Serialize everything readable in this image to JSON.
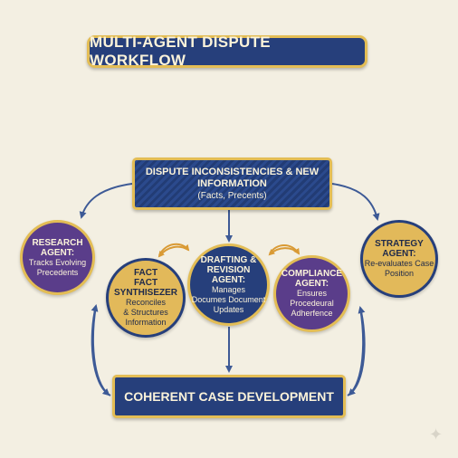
{
  "title": "MULTI-AGENT DISPUTE WORKFLOW",
  "top_box": {
    "line1": "DISPUTE INCONSISTENCIES & NEW",
    "line2": "INFORMATION",
    "line3": "(Facts, Precents)"
  },
  "bottom_box": {
    "label": "COHERENT CASE DEVELOPMENT"
  },
  "agents": {
    "research": {
      "name_1": "RESEARCH",
      "name_2": "AGENT:",
      "desc_1": "Tracks Evolving",
      "desc_2": "Precedents"
    },
    "fact": {
      "name_1": "FACT",
      "name_2": "FACT SYNTHISEZER",
      "desc_1": "Reconciles",
      "desc_2": "& Structures",
      "desc_3": "Information"
    },
    "drafting": {
      "name_1": "DRAFTING & REVISION",
      "name_2": "AGENT:",
      "desc_1": "Manages",
      "desc_2": "Documes Document",
      "desc_3": "Updates"
    },
    "compliance": {
      "name_1": "COMPLIANCE",
      "name_2": "AGENT:",
      "desc_1": "Ensures Procedeural",
      "desc_2": "Adherfence"
    },
    "strategy": {
      "name_1": "STRATEGY",
      "name_2": "AGENT:",
      "desc_1": "Re-evaluates Case",
      "desc_2": "Position"
    }
  },
  "colors": {
    "background": "#f3efe2",
    "navy": "#263f7b",
    "gold": "#e2b95a",
    "purple": "#5a3d8a",
    "arrow": "#3d5a96",
    "cycle_arrow": "#d99a34"
  }
}
